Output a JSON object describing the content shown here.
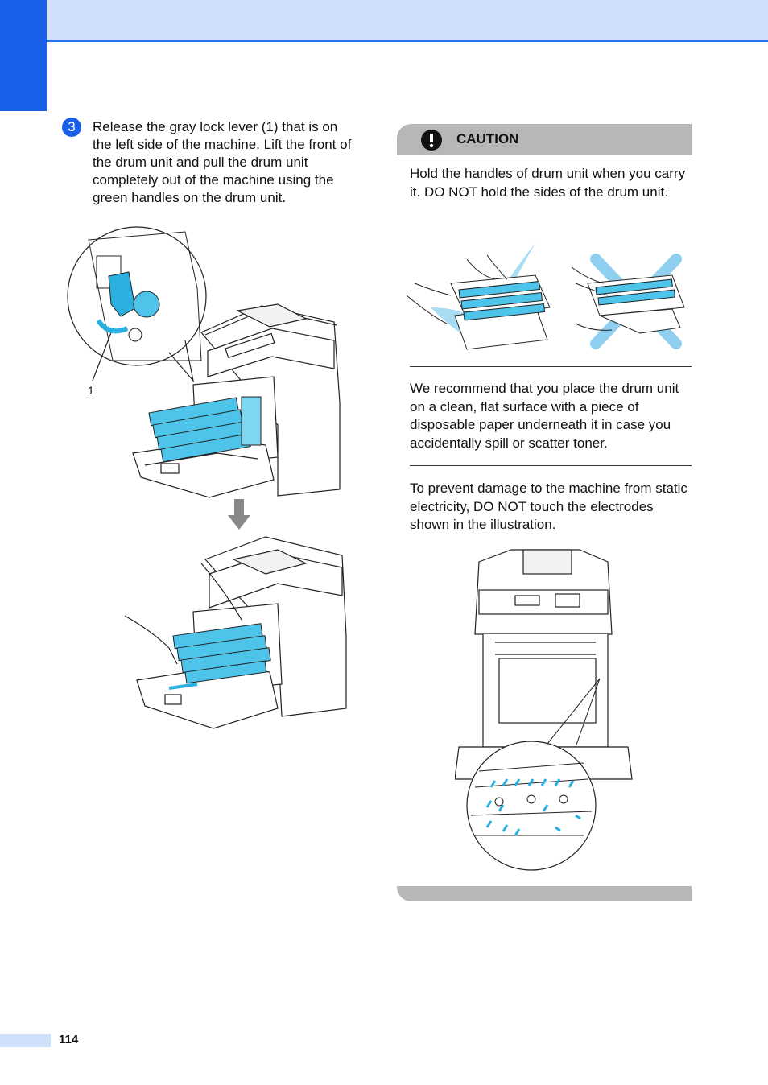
{
  "step": {
    "number": "3",
    "text": "Release the gray lock lever (1) that is on the left side of the machine. Lift the front of the drum unit and pull the drum unit completely out of the machine using the green handles on the drum unit."
  },
  "figure1": {
    "callout": "1"
  },
  "caution": {
    "label": "CAUTION",
    "para1": "Hold the handles of drum unit when you carry it. DO NOT hold the sides of the drum unit.",
    "para2": "We recommend that you place the drum unit on a clean, flat surface with a piece of disposable paper underneath it in case you accidentally spill or scatter toner.",
    "para3": "To prevent damage to the machine from static electricity, DO NOT touch the electrodes shown in the illustration."
  },
  "colors": {
    "brand_blue": "#1a5fe8",
    "light_blue": "#cfe0fb",
    "highlight_cyan": "#2ab0e0",
    "caution_gray": "#b7b7b7"
  },
  "footer": {
    "page_number": "114"
  }
}
